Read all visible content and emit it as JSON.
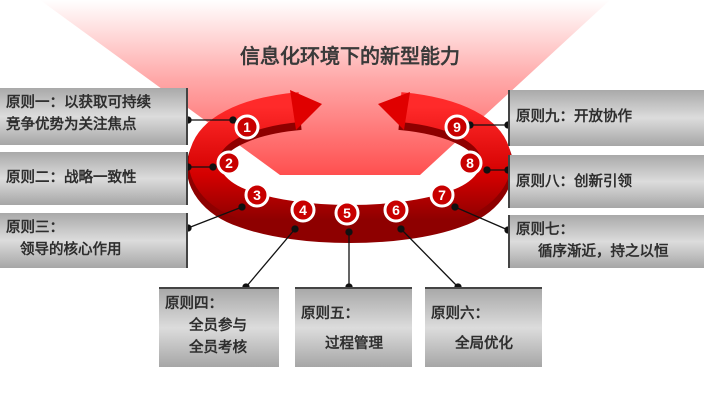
{
  "title": "信息化环境下的新型能力",
  "colors": {
    "ring": "#d40000",
    "ring_dark": "#8e0000",
    "fan": "#ff4a4a"
  },
  "principles": [
    {
      "num": "1",
      "head": "原则一：以获取可持续",
      "body": "竞争优势为关注焦点"
    },
    {
      "num": "2",
      "head": "原则二：战略一致性",
      "body": ""
    },
    {
      "num": "3",
      "head": "原则三：",
      "body": "领导的核心作用"
    },
    {
      "num": "4",
      "head": "原则四：",
      "body": "全员参与",
      "body2": "全员考核"
    },
    {
      "num": "5",
      "head": "原则五：",
      "body": "过程管理"
    },
    {
      "num": "6",
      "head": "原则六：",
      "body": "全局优化"
    },
    {
      "num": "7",
      "head": "原则七：",
      "body": "循序渐近，持之以恒"
    },
    {
      "num": "8",
      "head": "原则八：创新引领",
      "body": ""
    },
    {
      "num": "9",
      "head": "原则九：开放协作",
      "body": ""
    }
  ]
}
